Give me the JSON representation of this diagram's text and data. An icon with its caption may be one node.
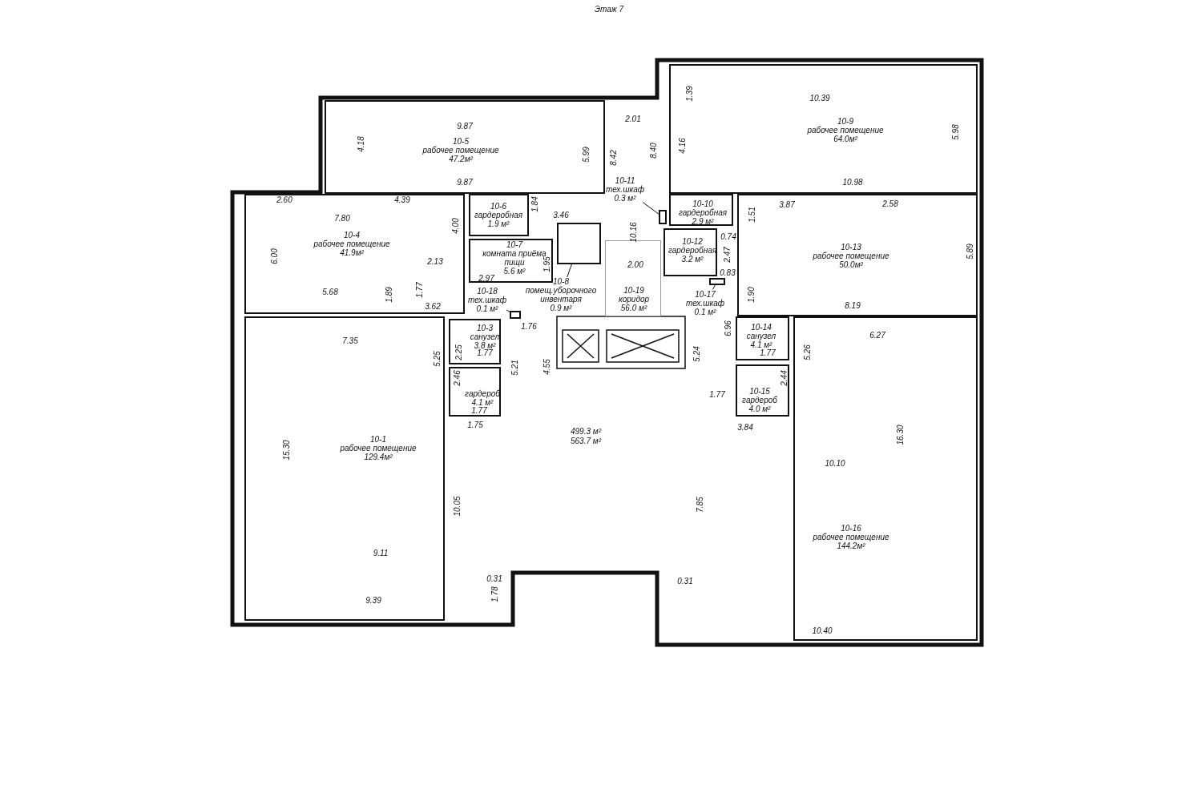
{
  "diagram": {
    "title": "Этаж 7",
    "nodes": [
      {
        "text": [
          "10-9",
          "рабочее помещение",
          "64.0м²"
        ]
      },
      {
        "text": [
          "10-5",
          "рабочее помещение",
          "47.2м²"
        ]
      },
      {
        "text": [
          "10-11",
          "тех.шкаф",
          "0.3 м²"
        ]
      },
      {
        "text": [],
        "shape": "box"
      },
      {
        "text": [
          "10-10",
          "гардеробная",
          "2.9 м²"
        ]
      },
      {
        "text": [
          "10-6",
          "гардеробная",
          "1.9 м²"
        ]
      },
      {
        "text": [
          "10-12",
          "гардеробная",
          "3.2 м²"
        ]
      },
      {
        "text": [
          "10-4",
          "рабочее помещение",
          "41.9м²"
        ]
      },
      {
        "text": [
          "10-7",
          "комната приёма пищи",
          "5.6 м²"
        ]
      },
      {
        "text": [
          "10-13",
          "рабочее помещение",
          "50.0м²"
        ]
      },
      {
        "text": [
          "10-8",
          "помещ.уборочного инвентаря",
          "0.9 м²"
        ]
      },
      {
        "text": [],
        "shape": "box"
      },
      {
        "text": [
          "10-19",
          "коридор",
          "56.0 м²"
        ]
      },
      {
        "text": [
          "10-18",
          "тех.шкаф",
          "0.1 м²"
        ]
      },
      {
        "text": [],
        "shape": "box"
      },
      {
        "text": [
          "10-17",
          "тех.шкаф",
          "0.1 м²"
        ]
      },
      {
        "text": [],
        "shape": "box"
      },
      {
        "text": [
          "10-3",
          "санузел",
          "3.8 м²"
        ]
      },
      {
        "text": [
          "10-14",
          "санузел",
          "4.1 м²"
        ]
      },
      {
        "text": [
          "гардероб",
          "4.1 м²"
        ]
      },
      {
        "text": [
          "10-15",
          "гардероб",
          "4.0 м²"
        ]
      },
      {
        "text": [
          "10-1",
          "рабочее помещение",
          "129.4м²"
        ]
      },
      {
        "text": [
          "10-16",
          "рабочее помещение",
          "144.2м²"
        ]
      }
    ],
    "edges": [
      {
        "from": 2,
        "to": 3,
        "arrow": "none"
      },
      {
        "from": 10,
        "to": 11,
        "arrow": "none"
      },
      {
        "from": 13,
        "to": 14,
        "arrow": "none"
      },
      {
        "from": 15,
        "to": 16,
        "arrow": "none"
      }
    ],
    "labels": [
      "1.39",
      "10.39",
      "2.01",
      "9.87",
      "5.98",
      "4.18",
      "4.16",
      "8.40",
      "5.99",
      "8.42",
      "9.87",
      "10.98",
      "2.60",
      "4.39",
      "1.84",
      "2.58",
      "3.87",
      "1.51",
      "7.80",
      "3.46",
      "4.00",
      "10.16",
      "0.74",
      "2.47",
      "5.89",
      "6.00",
      "2.13",
      "1.95",
      "2.00",
      "0.83",
      "2.97",
      "5.68",
      "1.89",
      "1.77",
      "1.90",
      "8.19",
      "3.62",
      "1.76",
      "6.96",
      "6.27",
      "7.35",
      "2.25",
      "1.77",
      "1.77",
      "5.24",
      "5.26",
      "5.25",
      "2.44",
      "4.55",
      "5.21",
      "2.46",
      "1.77",
      "1.77",
      "1.75",
      "3.84",
      "499.3 м²",
      "563.7 м²",
      "16.30",
      "15.30",
      "10.10",
      "7.85",
      "10.05",
      "9.11",
      "0.31",
      "0.31",
      "1.78",
      "9.39",
      "10.40"
    ]
  }
}
